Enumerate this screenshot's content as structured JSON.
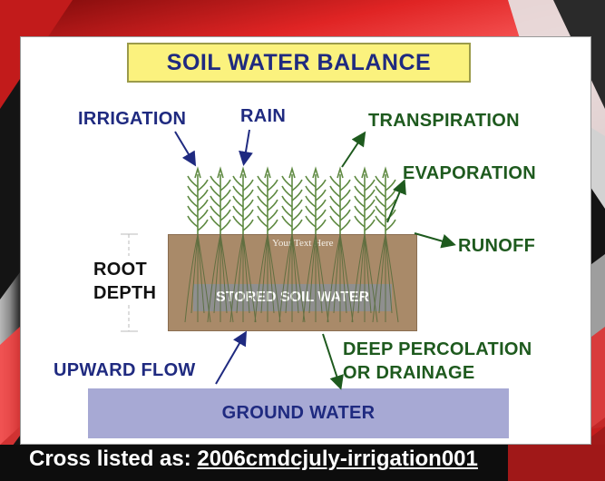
{
  "title": "SOIL WATER BALANCE",
  "labels": {
    "irrigation": "IRRIGATION",
    "rain": "RAIN",
    "transpiration": "TRANSPIRATION",
    "evaporation": "EVAPORATION",
    "runoff": "RUNOFF",
    "root": "ROOT",
    "depth": "DEPTH",
    "stored_soil_water": "STORED SOIL WATER",
    "your_text": "Your Text Here",
    "deep_percolation_line1": "DEEP PERCOLATION",
    "deep_percolation_line2": "OR DRAINAGE",
    "upward_flow": "UPWARD FLOW",
    "ground_water": "GROUND WATER"
  },
  "footer": {
    "prefix": "Cross listed as: ",
    "link": "2006cmdcjuly-irrigation001"
  },
  "colors": {
    "title_bg": "#fbf27e",
    "inflow_text": "#1f2a80",
    "outflow_text": "#1e5a1e",
    "soil": "#a98a69",
    "stored_box": "#8f8f8f",
    "ground_water": "#a7a9d4",
    "frame_red": "#d42020"
  }
}
